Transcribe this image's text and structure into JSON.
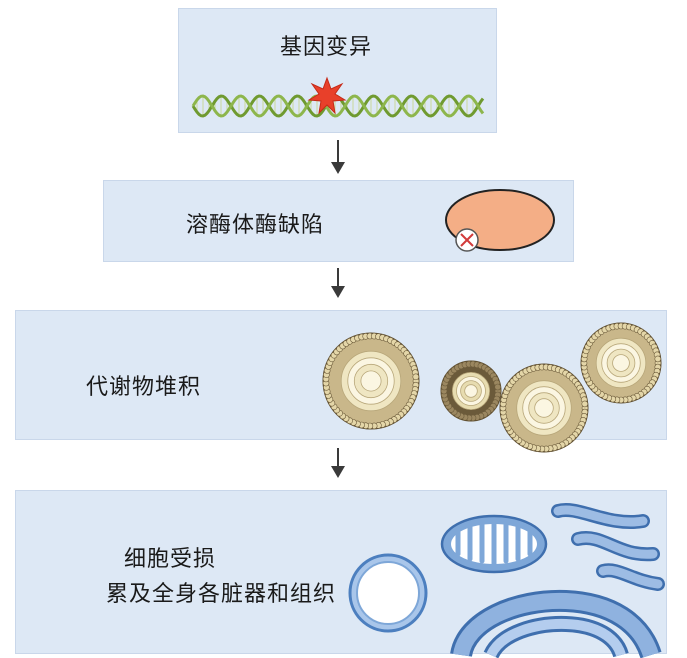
{
  "steps": [
    {
      "text": "基因变异"
    },
    {
      "text": "溶酶体酶缺陷"
    },
    {
      "text": "代谢物堆积"
    },
    {
      "lines": [
        "细胞受损",
        "累及全身各脏器和组织"
      ]
    }
  ],
  "colors": {
    "box_bg": "#dde8f5",
    "dna_green": "#7aa53a",
    "star_red": "#e8402a",
    "lysosome": "#f4ae86",
    "x_mark": "#d23b3b",
    "vesicle_outer": "#8c7a4f",
    "vesicle_core": "#efe6c2",
    "organelle_blue": "#7ea7d8"
  },
  "icons": [
    "dna-helix-icon",
    "mutation-star-icon",
    "lysosome-icon",
    "defect-x-icon",
    "vesicle-icon",
    "nucleus-icon",
    "mitochondrion-icon",
    "golgi-icon",
    "er-icon"
  ]
}
